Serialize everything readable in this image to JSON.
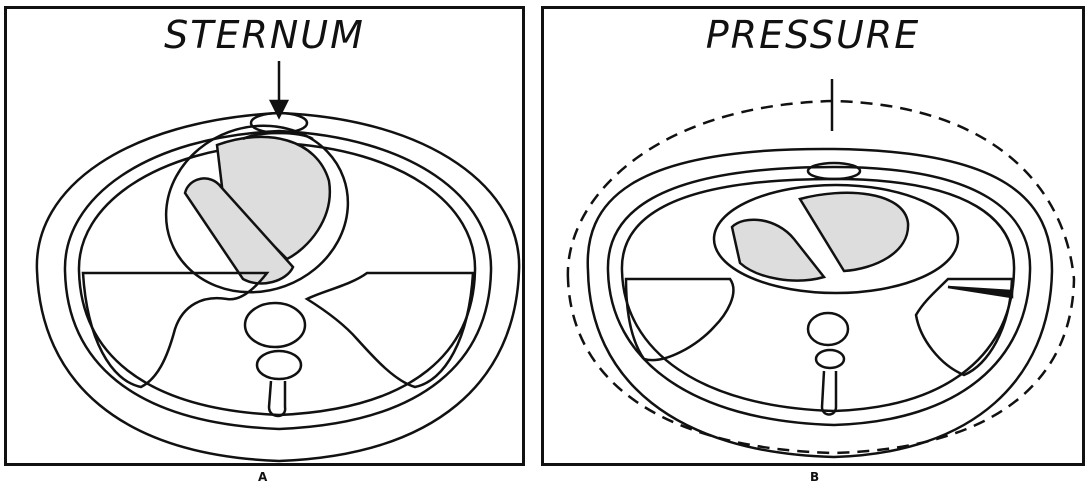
{
  "panel_a": {
    "title": "STERNUM",
    "label": "A"
  },
  "panel_b": {
    "title": "PRESSURE",
    "label": "B"
  }
}
